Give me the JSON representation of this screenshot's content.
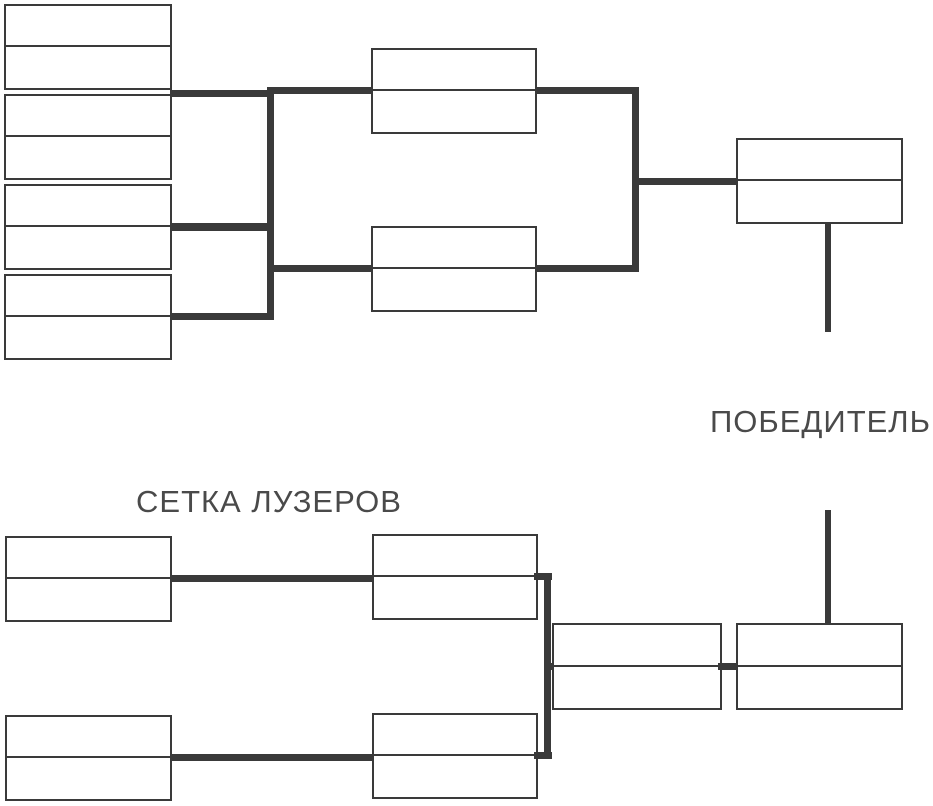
{
  "diagram": {
    "title": "Double Elimination Tournament Bracket",
    "line_color": "#3a3a3a",
    "background_color": "#ffffff",
    "text_color": "#4a4a4a"
  },
  "captions": {
    "winner": "ПОБЕДИТЕЛЬ",
    "losers_bracket": "СЕТКА ЛУЗЕРОВ"
  },
  "winners_bracket": {
    "round1": [
      {
        "name": "wb-r1-match-1",
        "top": "",
        "bottom": ""
      },
      {
        "name": "wb-r1-match-2",
        "top": "",
        "bottom": ""
      },
      {
        "name": "wb-r1-match-3",
        "top": "",
        "bottom": ""
      },
      {
        "name": "wb-r1-match-4",
        "top": "",
        "bottom": ""
      }
    ],
    "round2": [
      {
        "name": "wb-r2-match-1",
        "top": "",
        "bottom": ""
      },
      {
        "name": "wb-r2-match-2",
        "top": "",
        "bottom": ""
      }
    ],
    "final": [
      {
        "name": "wb-final-match",
        "top": "",
        "bottom": ""
      }
    ]
  },
  "losers_bracket": {
    "round1": [
      {
        "name": "lb-r1-match-1",
        "top": "",
        "bottom": ""
      },
      {
        "name": "lb-r1-match-2",
        "top": "",
        "bottom": ""
      }
    ],
    "round2": [
      {
        "name": "lb-r2-match-1",
        "top": "",
        "bottom": ""
      },
      {
        "name": "lb-r2-match-2",
        "top": "",
        "bottom": ""
      }
    ],
    "final": [
      {
        "name": "lb-final-match",
        "top": "",
        "bottom": ""
      }
    ]
  },
  "grand_final": [
    {
      "name": "grand-final-match",
      "top": "",
      "bottom": ""
    }
  ]
}
